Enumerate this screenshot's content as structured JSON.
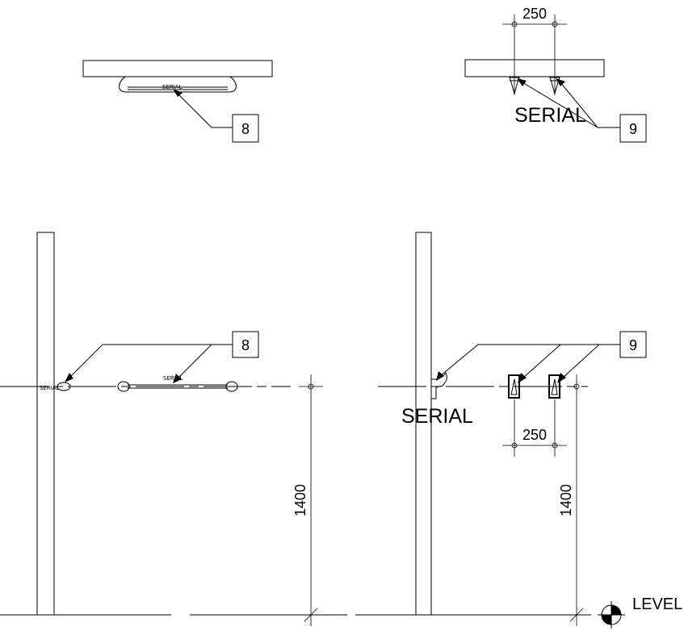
{
  "callouts": {
    "top_left_tag": "8",
    "top_right_tag": "9",
    "bottom_left_tag": "8",
    "bottom_right_tag": "9"
  },
  "labels": {
    "serial_small_top": "SERIAL",
    "serial_large_top": "SERIAL",
    "serial_wall_left": "SERIAL",
    "serial_bar_left": "SERIAL",
    "serial_large_right": "SERIAL"
  },
  "dimensions": {
    "top_spacing": "250",
    "bottom_spacing": "250",
    "height_left": "1400",
    "height_right": "1400"
  },
  "level_mark": "LEVEL"
}
